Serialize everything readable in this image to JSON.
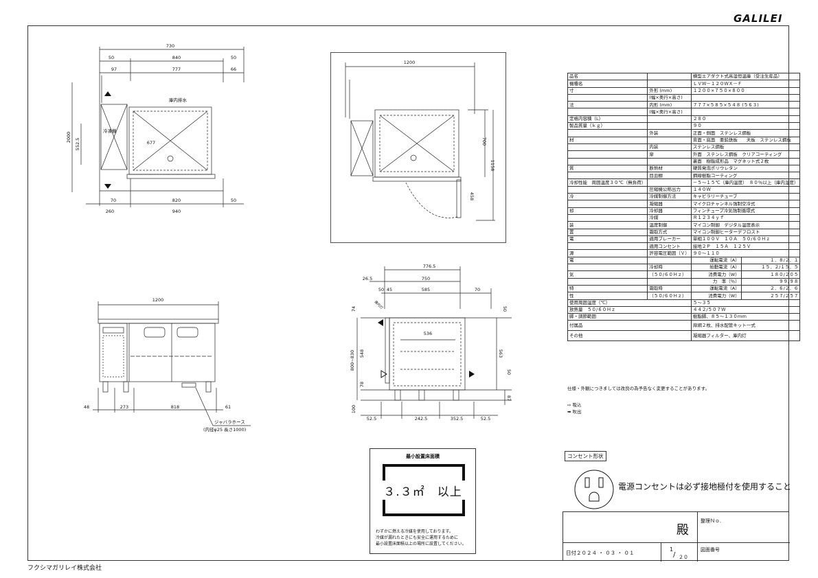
{
  "brand": "GALILEI",
  "company": "フクシマガリレイ株式会社",
  "top_view": {
    "dims": [
      "730",
      "50",
      "840",
      "50",
      "97",
      "777",
      "66",
      "2000",
      "552.5",
      "677",
      "70",
      "820",
      "50",
      "260",
      "940"
    ],
    "labels": {
      "drain": "庫内排水",
      "cooling": "冷凍機"
    }
  },
  "side_view": {
    "dims": [
      "1200",
      "700",
      "1158",
      "458"
    ]
  },
  "front_view": {
    "dims": [
      "1200",
      "48",
      "273",
      "818",
      "61"
    ],
    "hose": "ジャバラホース",
    "hose_note": "(内径φ25 長さ1000)"
  },
  "section_view": {
    "dims": [
      "776.5",
      "26.5",
      "750",
      "50",
      "45",
      "585",
      "70",
      "74",
      "50",
      "536",
      "800~830",
      "548",
      "563",
      "78",
      "50",
      "100",
      "87",
      "52.5",
      "242.5",
      "352.5",
      "52.5"
    ],
    "tag": "庫内灯"
  },
  "spec": {
    "rows": [
      [
        "品名",
        "",
        "横型エアダクト式高湿恒温庫（受注生産品）"
      ],
      [
        "機種名",
        "",
        "ＬＶＷ－１２０ＷＸ－Ｆ"
      ],
      [
        "寸",
        "外形 (mm)",
        "１２００×７５０×８００"
      ],
      [
        "",
        "(幅×奥行×高さ)",
        ""
      ],
      [
        "法",
        "内形 (mm)",
        "７７７×５８５×５４８ (５６３)"
      ],
      [
        "",
        "(幅×奥行×高さ)",
        ""
      ],
      [
        "定格内容積（L）",
        "",
        "２８０"
      ],
      [
        "製品質量（ｋｇ）",
        "",
        "９０"
      ],
      [
        "",
        "外装",
        "正面・側面　ステンレス鋼板"
      ],
      [
        "材",
        "",
        "背面・底面　亜鉛鉄板　　天板　ステンレス鋼板"
      ],
      [
        "",
        "内装",
        "ステンレス鋼板"
      ],
      [
        "",
        "扉",
        "外面　ステンレス鋼板　クリアコーティング"
      ],
      [
        "",
        "",
        "裏面　樹脂成形品　マグネット式２枚"
      ],
      [
        "質",
        "断熱材",
        "硬質発泡ポリウレタン"
      ],
      [
        "",
        "目皿棚",
        "鋼線樹脂コーティング"
      ],
      [
        "冷却性能　周囲温度３０℃（無負荷）",
        "",
        "－５～１５℃（庫内温度）　８０％以上（庫内湿度）"
      ],
      [
        "",
        "圧縮機公称出力",
        "１４０Ｗ"
      ],
      [
        "冷",
        "冷媒制御方法",
        "キャピラリーチューブ"
      ],
      [
        "",
        "凝縮器",
        "マイクロチャンネル強制空冷式"
      ],
      [
        "却",
        "冷却器",
        "フィンチューブ冷気強制循環式"
      ],
      [
        "",
        "冷媒",
        "Ｒ１２３４ｙｆ"
      ],
      [
        "装",
        "温度制御",
        "マイコン制御　デジタル温度表示"
      ],
      [
        "置",
        "霜取方式",
        "マイコン制御ヒーターデフロスト"
      ],
      [
        "電",
        "適用ブレーカー",
        "単相１００Ｖ　１０Ａ　５０/６０Ｈｚ"
      ],
      [
        "",
        "適用コンセント",
        "接地２Ｐ　１５Ａ　１２５Ｖ"
      ],
      [
        "源",
        "許容電圧範囲（Ｖ）",
        "９０～１１０"
      ]
    ],
    "elec": [
      [
        "運転電流（A）",
        "１．８/２．１"
      ],
      [
        "始動電流（A）",
        "１５．２/１５．５"
      ],
      [
        "消費電力（W）",
        "１８０/２０５"
      ],
      [
        "力　率（％）",
        "９９/９８"
      ],
      [
        "運転電流（A）",
        "２．６/２．６"
      ],
      [
        "消費電力（W）",
        "２５７/２５７"
      ]
    ],
    "elec_labels": {
      "den": "電",
      "ki": "気",
      "toku": "特",
      "sei": "性",
      "cool": "冷却時",
      "hz1": "（５０/６０Ｈｚ）",
      "defrost": "霜取時",
      "hz2": "（５０/６０Ｈｚ）"
    },
    "tail": [
      [
        "使用周囲温度（℃）",
        "５～３５"
      ],
      [
        "放熱量　５０/６０Ｈｚ",
        "４４２/５０７Ｗ"
      ],
      [
        "脚・調節範囲",
        "樹脂脚、８５～１３０ｍｍ"
      ],
      [
        "付属品",
        "扉網２枚、排水配管キット一式"
      ],
      [
        "その他",
        "凝縮器フィルター、庫内灯"
      ]
    ]
  },
  "note": "仕様・外観につきましては改良の為予告なく変更することがあります。",
  "legend": {
    "in": "吸込",
    "out": "吹出"
  },
  "outlet": {
    "label": "コンセント形状",
    "text": "電源コンセントは必ず接地極付を使用すること"
  },
  "min_area": {
    "title": "最小設置床面積",
    "value": "３.３㎡　以上",
    "n1": "わずかに燃える冷媒を使用しております。",
    "n2": "冷媒が漏れたときにも安全に運用するために",
    "n3": "最小設置床面積以上の場所に設置してください。"
  },
  "title_block": {
    "dono": "殿",
    "seiri": "整理Ｎｏ.",
    "date": "日付２０２４ ・ ０３ ・ ０１",
    "scale_num": "1",
    "scale_den": "２０",
    "zuban": "図面番号"
  }
}
